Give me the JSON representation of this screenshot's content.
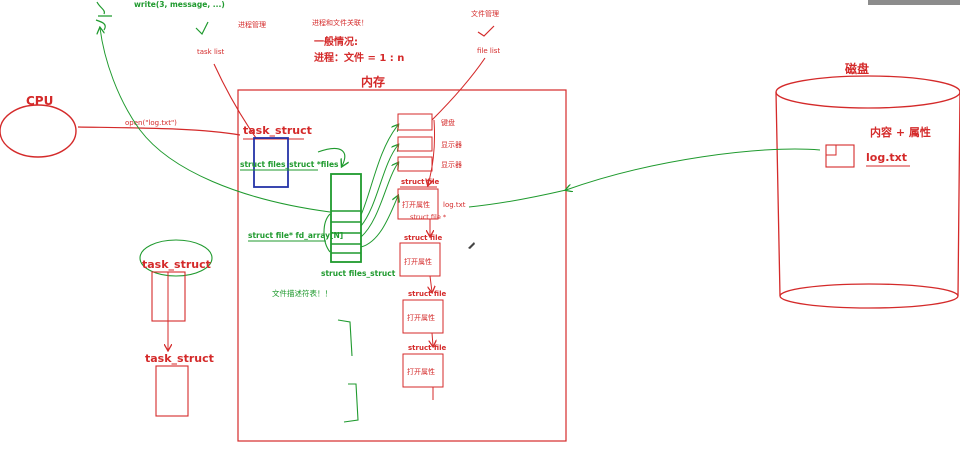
{
  "cpu": {
    "label": "CPU"
  },
  "disk": {
    "label": "磁盘",
    "content_attr": "内容 + 属性",
    "file": "log.txt"
  },
  "memory": {
    "label": "内存",
    "task_struct": "task_struct",
    "files_ptr": "struct files_struct *files",
    "fd_array": "struct file* fd_array[N]",
    "files_struct": "struct files_struct",
    "fd_note": "文件描述符表！！",
    "devices": [
      "键盘",
      "显示器",
      "显示器"
    ],
    "struct_files": [
      {
        "title": "struct file",
        "attr": "打开属性",
        "extra": "struct file *"
      },
      {
        "title": "struct file",
        "attr": "打开属性"
      },
      {
        "title": "struct file",
        "attr": "打开属性"
      },
      {
        "title": "struct file",
        "attr": "打开属性"
      }
    ],
    "log_label": "log.txt"
  },
  "top": {
    "write_call": "write(3, message, ...)",
    "process_mgmt": "进程管理",
    "process_file_link": "进程和文件关联！",
    "general_title": "一般情况:",
    "general_ratio": "进程：文件 = 1 : n",
    "file_mgmt": "文件管理",
    "task_list": "task list",
    "file_list": "file list"
  },
  "open_call": "open(\"log.txt\")",
  "left_tasks": [
    "task_struct",
    "task_struct"
  ],
  "colors": {
    "red": "#d42a2a",
    "green": "#1f9a2e",
    "blue": "#2433a8"
  }
}
